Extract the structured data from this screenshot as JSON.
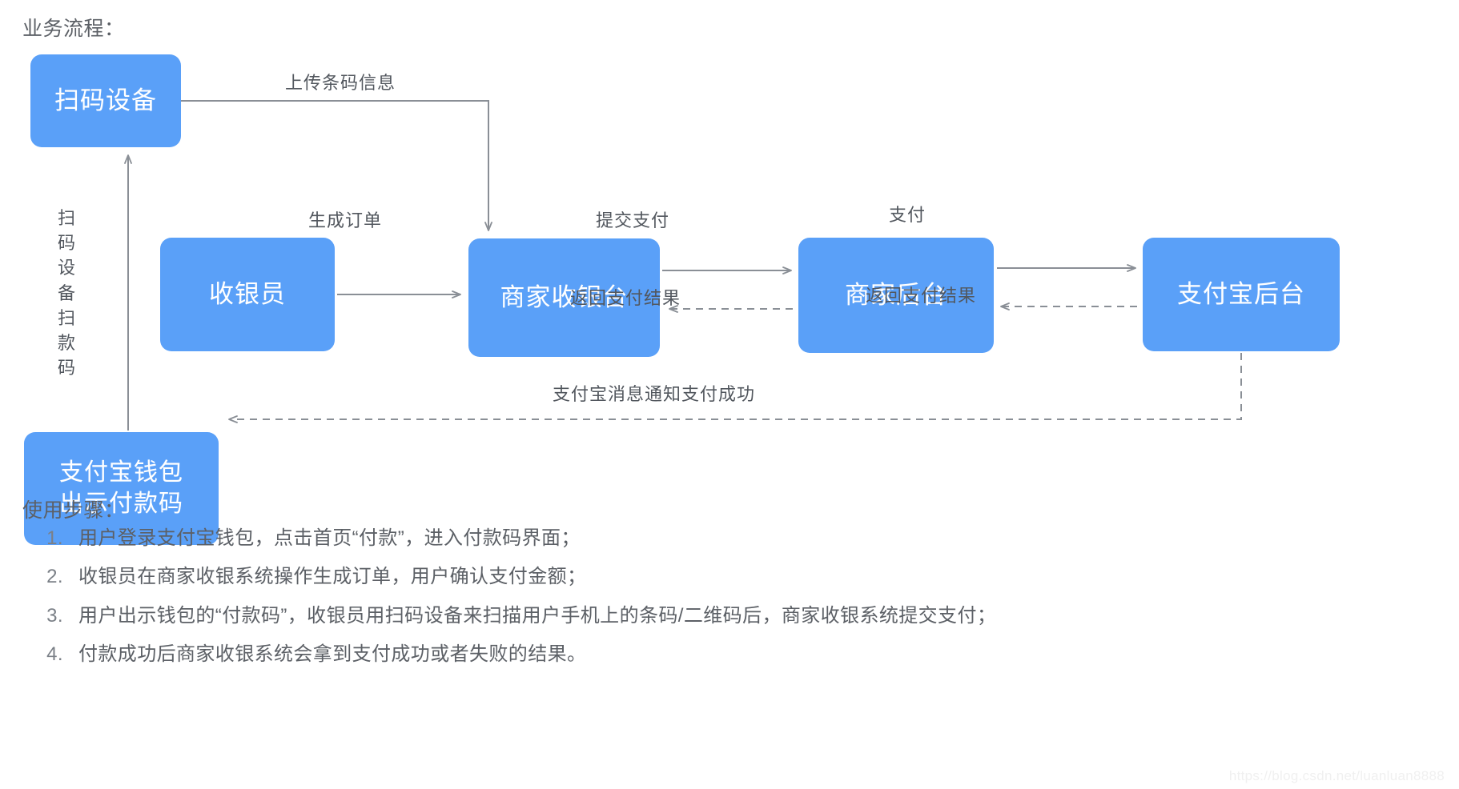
{
  "headings": {
    "flow": "业务流程：",
    "steps": "使用步骤："
  },
  "colors": {
    "node_fill": "#5aa0f8",
    "node_text": "#ffffff",
    "edge_stroke": "#8a8f96",
    "body_text": "#5c6066",
    "watermark": "#f0f0f0"
  },
  "diagram": {
    "type": "flowchart",
    "nodes": [
      {
        "id": "scanner",
        "label": "扫码设备"
      },
      {
        "id": "cashier",
        "label": "收银员"
      },
      {
        "id": "merchant_pos",
        "label": "商家收银台"
      },
      {
        "id": "merchant_back",
        "label": "商家后台"
      },
      {
        "id": "alipay_back",
        "label": "支付宝后台"
      },
      {
        "id": "alipay_wallet",
        "label": "支付宝钱包\n出示付款码"
      }
    ],
    "edges": [
      {
        "id": "upload_barcode",
        "from": "scanner",
        "to": "merchant_pos",
        "label": "上传条码信息",
        "style": "solid"
      },
      {
        "id": "create_order",
        "from": "cashier",
        "to": "merchant_pos",
        "label": "生成订单",
        "style": "solid"
      },
      {
        "id": "submit_pay",
        "from": "merchant_pos",
        "to": "merchant_back",
        "label": "提交支付",
        "style": "solid"
      },
      {
        "id": "return_result_1",
        "from": "merchant_back",
        "to": "merchant_pos",
        "label": "返回支付结果",
        "style": "dashed"
      },
      {
        "id": "pay",
        "from": "merchant_back",
        "to": "alipay_back",
        "label": "支付",
        "style": "solid"
      },
      {
        "id": "return_result_2",
        "from": "alipay_back",
        "to": "merchant_back",
        "label": "返回支付结果",
        "style": "dashed"
      },
      {
        "id": "notify_success",
        "from": "alipay_back",
        "to": "alipay_wallet",
        "label": "支付宝消息通知支付成功",
        "style": "dashed"
      },
      {
        "id": "scan_pay_code",
        "from": "alipay_wallet",
        "to": "scanner",
        "label": "扫码设备扫款码",
        "style": "solid"
      }
    ]
  },
  "steps": [
    "用户登录支付宝钱包，点击首页“付款”，进入付款码界面；",
    "收银员在商家收银系统操作生成订单，用户确认支付金额；",
    "用户出示钱包的“付款码”，收银员用扫码设备来扫描用户手机上的条码/二维码后，商家收银系统提交支付；",
    "付款成功后商家收银系统会拿到支付成功或者失败的结果。"
  ],
  "watermark": "https://blog.csdn.net/luanluan8888"
}
